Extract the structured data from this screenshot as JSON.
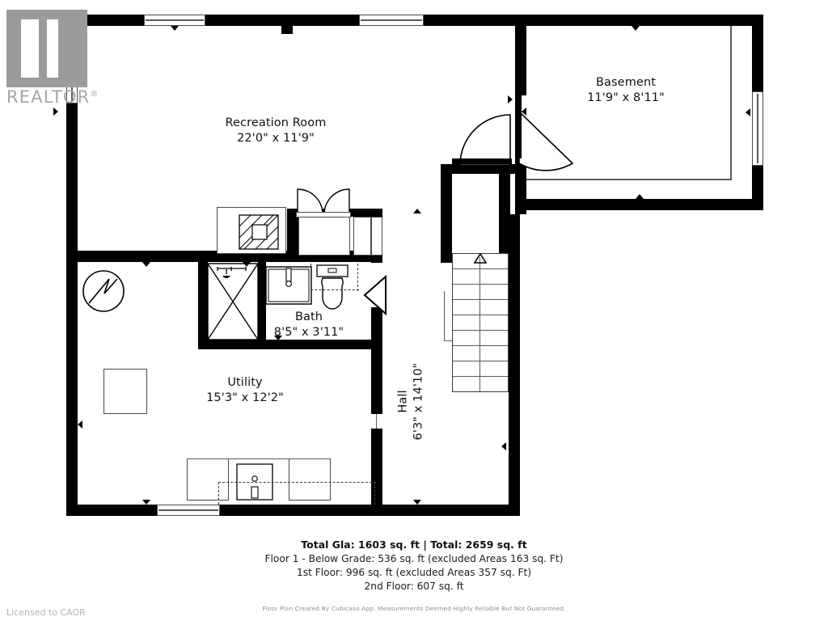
{
  "document": {
    "type": "floor-plan",
    "level": "Basement / Below Grade"
  },
  "watermark": {
    "brand": "REALTOR",
    "registered_mark": "®",
    "logo_icon": "realtor-r-logo"
  },
  "rooms": [
    {
      "id": "recreation-room",
      "name": "Recreation Room",
      "dimensions": "22'0\" x 11'9\""
    },
    {
      "id": "basement",
      "name": "Basement",
      "dimensions": "11'9\" x 8'11\""
    },
    {
      "id": "bath",
      "name": "Bath",
      "dimensions": "8'5\" x 3'11\""
    },
    {
      "id": "utility",
      "name": "Utility",
      "dimensions": "15'3\" x 12'2\""
    },
    {
      "id": "hall",
      "name": "Hall",
      "dimensions": "6'3\" x 14'10\""
    }
  ],
  "fixtures": {
    "electrical_panel": "electrical-panel-icon",
    "stairs": {
      "label": "stairs-up",
      "direction": "up",
      "tread_count": 9
    },
    "shower": "shower-icon",
    "vanity_sink": "sink-icon",
    "toilet": "toilet-icon",
    "washer": "washer-icon",
    "dryer": "dryer-icon",
    "laundry_sink": "laundry-sink-icon",
    "furnace": "furnace-hatched-icon",
    "water_heater": "water-heater-icon"
  },
  "footer": {
    "total_line": "Total Gla: 1603 sq. ft | Total: 2659 sq. ft",
    "floor1": "Floor 1 - Below Grade: 536 sq. ft (excluded Areas 163 sq. Ft)",
    "floor2": "1st Floor: 996 sq. ft (excluded Areas 357 sq. Ft)",
    "floor3": "2nd Floor: 607 sq. ft",
    "disclaimer": "Floor Plan Created By Cubicasa App. Measurements Deemed Highly Reliable But Not Guaranteed."
  },
  "license": {
    "text": "Licensed to CAOR"
  },
  "colors": {
    "wall": "#000000",
    "background": "#ffffff",
    "text": "#111111",
    "watermark": "#9b9b9b",
    "fine_print": "#8e8e8e"
  }
}
